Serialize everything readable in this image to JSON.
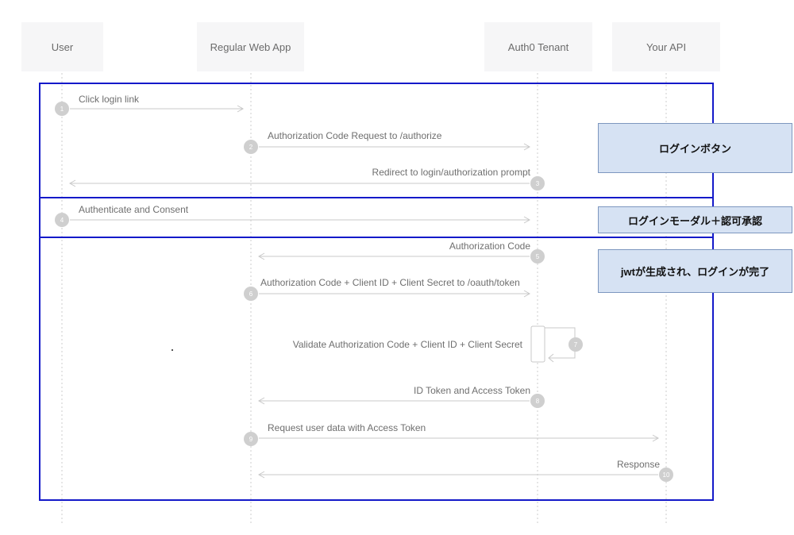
{
  "participants": [
    {
      "id": "user",
      "label": "User"
    },
    {
      "id": "webapp",
      "label": "Regular Web App"
    },
    {
      "id": "auth0",
      "label": "Auth0 Tenant"
    },
    {
      "id": "api",
      "label": "Your API"
    }
  ],
  "messages": [
    {
      "step": "1",
      "label": "Click login link",
      "from": "user",
      "to": "webapp"
    },
    {
      "step": "2",
      "label": "Authorization Code Request to /authorize",
      "from": "webapp",
      "to": "auth0"
    },
    {
      "step": "3",
      "label": "Redirect to login/authorization prompt",
      "from": "auth0",
      "to": "user"
    },
    {
      "step": "4",
      "label": "Authenticate and Consent",
      "from": "user",
      "to": "auth0"
    },
    {
      "step": "5",
      "label": "Authorization Code",
      "from": "auth0",
      "to": "webapp"
    },
    {
      "step": "6",
      "label": "Authorization Code + Client ID + Client Secret to /oauth/token",
      "from": "webapp",
      "to": "auth0"
    },
    {
      "step": "7",
      "label": "Validate Authorization Code + Client ID + Client Secret",
      "from": "auth0",
      "to": "auth0"
    },
    {
      "step": "8",
      "label": "ID Token and Access Token",
      "from": "auth0",
      "to": "webapp"
    },
    {
      "step": "9",
      "label": "Request user data with Access Token",
      "from": "webapp",
      "to": "api"
    },
    {
      "step": "10",
      "label": "Response",
      "from": "api",
      "to": "webapp"
    }
  ],
  "notes": [
    {
      "label": "ログインボタン"
    },
    {
      "label": "ログインモーダル＋認可承認"
    },
    {
      "label": "jwtが生成され、ログインが完了"
    }
  ],
  "colors": {
    "phase_border": "#1419c9",
    "note_fill": "#d6e2f3",
    "note_border": "#7d97bf",
    "arrow": "#c8c8c8",
    "badge": "#cfcfcf"
  }
}
